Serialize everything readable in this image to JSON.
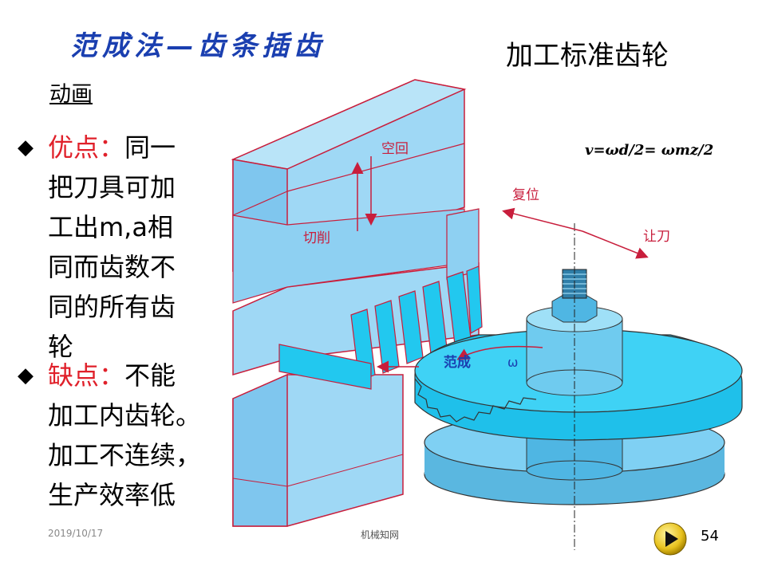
{
  "slide": {
    "title": "范成法—齿条插齿",
    "subtitle": "加工标准齿轮",
    "animation_link": "动画"
  },
  "advantages": {
    "bullet": "◆",
    "label": "优点：",
    "lines": [
      "同一",
      "把刀具可加",
      "工出m,a相",
      "同而齿数不",
      "同的所有齿",
      "轮"
    ]
  },
  "disadvantages": {
    "bullet": "◆",
    "label": "缺点：",
    "lines": [
      "不能",
      "加工内齿轮。",
      "加工不连续，",
      "生产效率低"
    ]
  },
  "diagram": {
    "formula": "v=ωd/2= ωmz/2",
    "label_return": "空回",
    "label_cut": "切削",
    "label_reset": "复位",
    "label_retract": "让刀",
    "label_generate": "范成",
    "label_omega": "ω"
  },
  "footer": {
    "date": "2019/10/17",
    "source": "机械知网",
    "page": "54"
  },
  "colors": {
    "title": "#1a3fb0",
    "accent_red": "#e0202a",
    "block_fill": "#9fd8f5",
    "gear_fill": "#22c8ef",
    "edge": "#c81e3c"
  }
}
